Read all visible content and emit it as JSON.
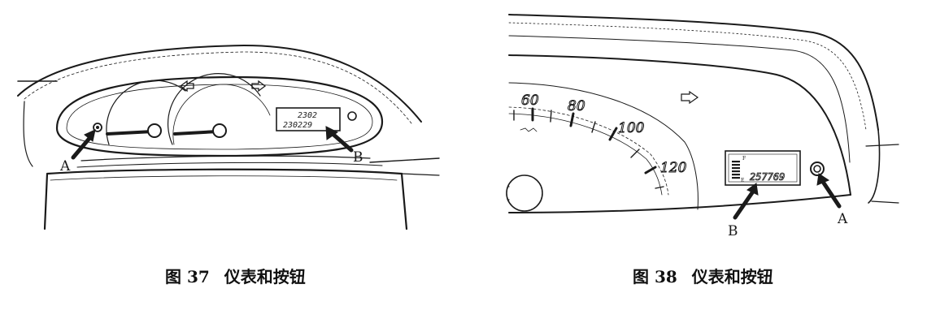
{
  "figure37": {
    "label_a": "A",
    "label_b": "B",
    "lcd_line1": "2302",
    "lcd_line2": "230229",
    "caption_num": "图 37",
    "caption_text": "仪表和按钮"
  },
  "figure38": {
    "label_a": "A",
    "label_b": "B",
    "speed_ticks": [
      "60",
      "80",
      "100",
      "120"
    ],
    "fuel_full": "F",
    "fuel_empty": "E",
    "lcd_reading": "257769",
    "caption_num": "图 38",
    "caption_text": "仪表和按钮"
  },
  "colors": {
    "ink": "#1a1a1a",
    "paper": "#ffffff"
  }
}
